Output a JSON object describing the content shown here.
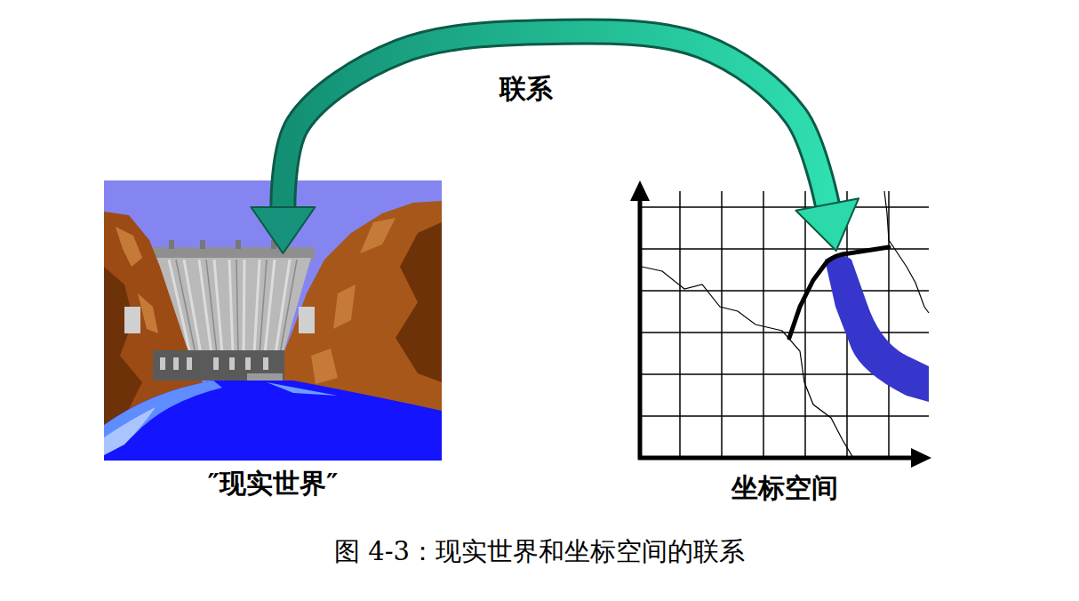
{
  "diagram": {
    "caption": "图 4-3：现实世界和坐标空间的联系",
    "nodes": [
      {
        "text": [
          "″现实世界″"
        ]
      },
      {
        "text": [
          "坐标空间"
        ]
      }
    ],
    "edges": [
      {
        "from": 0,
        "to": 1,
        "label": "联系",
        "arrow": "both"
      }
    ]
  }
}
